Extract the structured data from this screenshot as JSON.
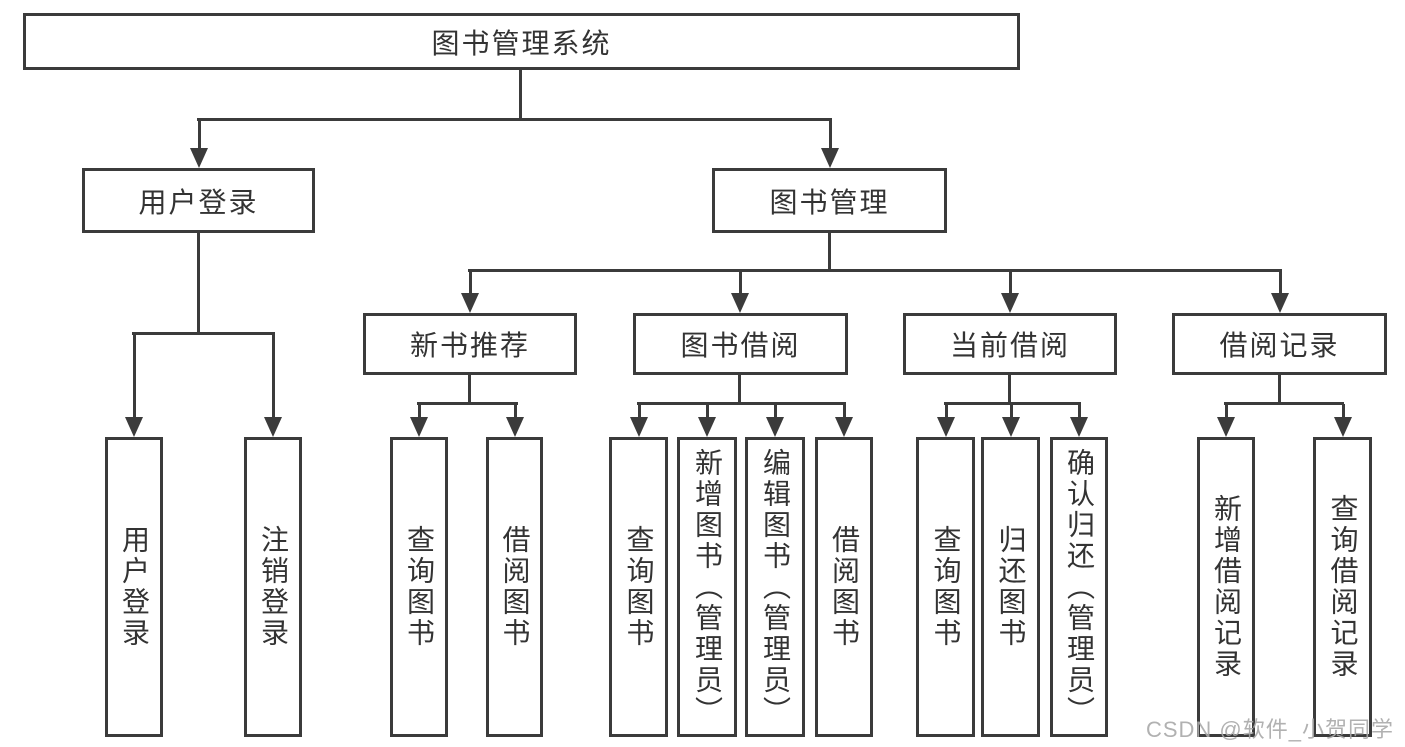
{
  "diagram_title": "图书管理系统",
  "nodes": {
    "root": {
      "label": "图书管理系统"
    },
    "user_login": {
      "label": "用户登录"
    },
    "book_management": {
      "label": "图书管理"
    },
    "new_book_recommend": {
      "label": "新书推荐"
    },
    "book_borrow": {
      "label": "图书借阅"
    },
    "current_borrow": {
      "label": "当前借阅"
    },
    "borrow_records": {
      "label": "借阅记录"
    },
    "leaf_user_login": {
      "label": "用户登录"
    },
    "leaf_logout_login": {
      "label": "注销登录"
    },
    "leaf_nb_query_books": {
      "label": "查询图书"
    },
    "leaf_nb_borrow_books": {
      "label": "借阅图书"
    },
    "leaf_bb_query_books": {
      "label": "查询图书"
    },
    "leaf_bb_add_books_admin": {
      "label": "新增图书（管理员）"
    },
    "leaf_bb_edit_books_admin": {
      "label": "编辑图书（管理员）"
    },
    "leaf_bb_borrow_books": {
      "label": "借阅图书"
    },
    "leaf_cb_query_books": {
      "label": "查询图书"
    },
    "leaf_cb_return_books": {
      "label": "归还图书"
    },
    "leaf_cb_confirm_return_admin": {
      "label": "确认归还（管理员）"
    },
    "leaf_br_add_record": {
      "label": "新增借阅记录"
    },
    "leaf_br_query_record": {
      "label": "查询借阅记录"
    }
  },
  "hierarchy": {
    "图书管理系统": {
      "用户登录": [
        "用户登录",
        "注销登录"
      ],
      "图书管理": {
        "新书推荐": [
          "查询图书",
          "借阅图书"
        ],
        "图书借阅": [
          "查询图书",
          "新增图书（管理员）",
          "编辑图书（管理员）",
          "借阅图书"
        ],
        "当前借阅": [
          "查询图书",
          "归还图书",
          "确认归还（管理员）"
        ],
        "借阅记录": [
          "新增借阅记录",
          "查询借阅记录"
        ]
      }
    }
  },
  "watermark": {
    "text": "CSDN @软件_小贺同学",
    "color": "#a8a8a8"
  },
  "colors": {
    "line": "#3b3b3b",
    "node_border": "#3b3b3b",
    "node_text": "#333333",
    "background": "#ffffff"
  }
}
